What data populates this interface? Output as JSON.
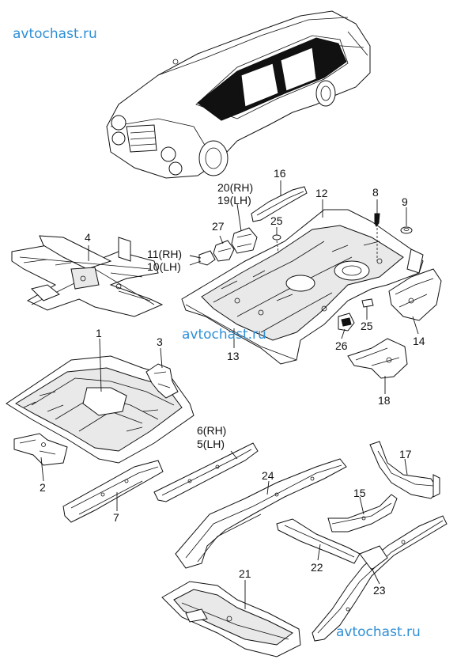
{
  "watermarks": {
    "top_left": "avtochast.ru",
    "center": "avtochast.ru",
    "bottom_right": "avtochast.ru"
  },
  "callouts": {
    "p1": "1",
    "p2": "2",
    "p3": "3",
    "p4": "4",
    "p5": "5",
    "p5_side": "(LH)",
    "p6": "6",
    "p6_side": "(RH)",
    "p7": "7",
    "p8": "8",
    "p9": "9",
    "p10": "10",
    "p10_side": "(LH)",
    "p11": "11",
    "p11_side": "(RH)",
    "p12": "12",
    "p13": "13",
    "p14": "14",
    "p15": "15",
    "p16": "16",
    "p17": "17",
    "p18": "18",
    "p19": "19",
    "p19_side": "(LH)",
    "p20": "20",
    "p20_side": "(RH)",
    "p21": "21",
    "p22": "22",
    "p23": "23",
    "p24": "24",
    "p25a": "25",
    "p25b": "25",
    "p26": "26",
    "p27": "27"
  }
}
